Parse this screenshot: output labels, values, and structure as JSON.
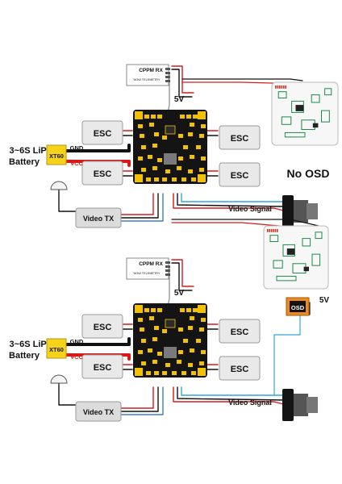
{
  "panels": [
    {
      "receiver": {
        "title": "CPPM RX",
        "sub": "NOW TELEMETRY"
      },
      "esc_labels": [
        "ESC",
        "ESC",
        "ESC",
        "ESC"
      ],
      "battery": {
        "line1": "3~6S LiPo",
        "line2": "Battery",
        "connector": "XT60",
        "gnd": "GND",
        "vcc": "VCC"
      },
      "voltage_rx": "5V",
      "video_tx": "Video TX",
      "video_signal": "Video Signal",
      "status_text": "No OSD"
    },
    {
      "receiver": {
        "title": "CPPM RX",
        "sub": "NOW TELEMETRY"
      },
      "esc_labels": [
        "ESC",
        "ESC",
        "ESC",
        "ESC"
      ],
      "battery": {
        "line1": "3~6S LiPo",
        "line2": "Battery",
        "connector": "XT60",
        "gnd": "GND",
        "vcc": "VCC"
      },
      "voltage_rx": "5V",
      "voltage_osd": "5V",
      "video_tx": "Video TX",
      "video_signal": "Video Signal",
      "osd_label": "OSD"
    }
  ],
  "colors": {
    "board": "#141414",
    "pad": "#f2c200",
    "wire_red": "#d81a1a",
    "wire_black": "#111111",
    "wire_blue": "#3a7fc9",
    "wire_gray": "#8a8a8a",
    "wire_cyan": "#30a7d6",
    "osd_orange": "#f18a1c",
    "fc_green": "#1d8a4a"
  },
  "icons": [
    "antenna-icon",
    "camera-icon",
    "receiver-icon",
    "flight-controller-icon",
    "osd-module-icon"
  ]
}
